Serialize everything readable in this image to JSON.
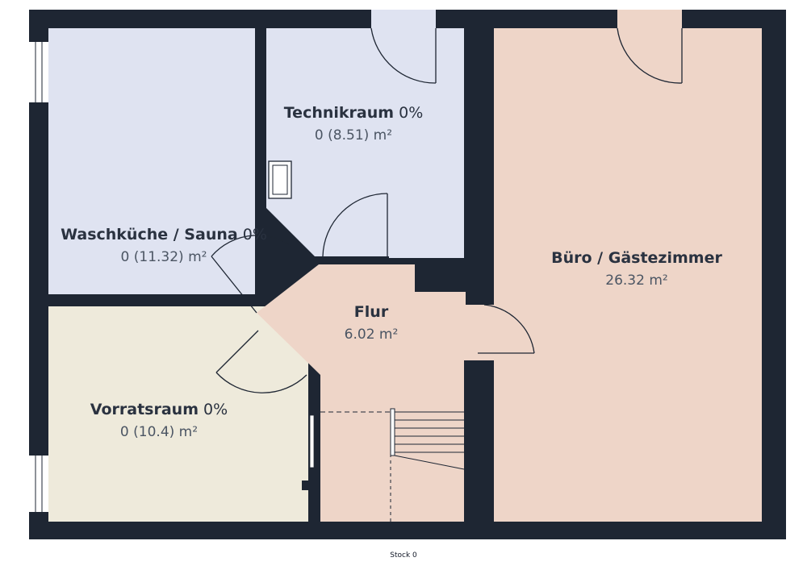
{
  "floor_label": "Stock 0",
  "rooms": [
    {
      "id": "technikraum",
      "name": "Technikraum",
      "percent": "0%",
      "area": "0 (8.51) m²",
      "color": "#dfe3f1"
    },
    {
      "id": "waschkueche",
      "name": "Waschküche / Sauna",
      "percent": "0%",
      "area": "0 (11.32) m²",
      "color": "#dfe3f1"
    },
    {
      "id": "buero",
      "name": "Büro / Gästezimmer",
      "percent": "",
      "area": "26.32 m²",
      "color": "#eed5c8"
    },
    {
      "id": "flur",
      "name": "Flur",
      "percent": "",
      "area": "6.02 m²",
      "color": "#eed5c8"
    },
    {
      "id": "vorratsraum",
      "name": "Vorratsraum",
      "percent": "0%",
      "area": "0 (10.4) m²",
      "color": "#eeeadb"
    }
  ],
  "wall_color": "#1e2633"
}
